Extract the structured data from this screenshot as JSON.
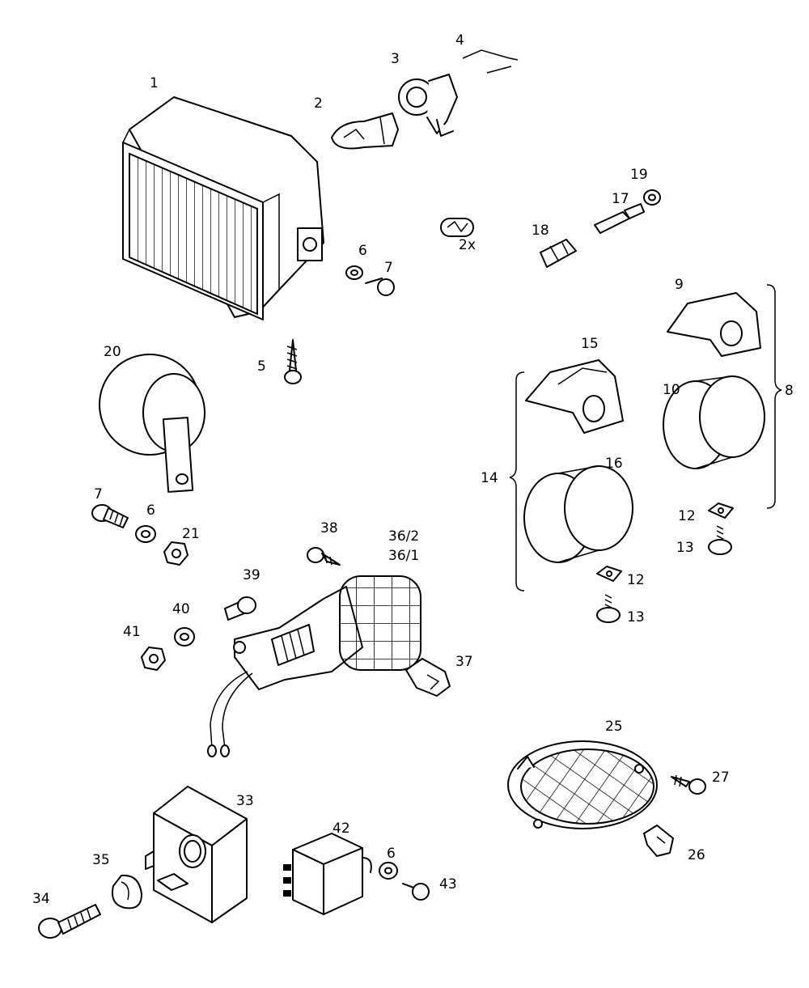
{
  "colors": {
    "ink": "#000000",
    "paper": "#ffffff"
  },
  "labels": {
    "p1": "1",
    "p2": "2",
    "p3": "3",
    "p4": "4",
    "p5": "5",
    "p6a": "6",
    "p6b": "6",
    "p6c": "6",
    "p7a": "7",
    "p7b": "7",
    "p8": "8",
    "p9": "9",
    "p10": "10",
    "p12a": "12",
    "p12b": "12",
    "p13a": "13",
    "p13b": "13",
    "p14": "14",
    "p15": "15",
    "p16": "16",
    "p17": "17",
    "p18": "18",
    "p19": "19",
    "p20": "20",
    "p21": "21",
    "p2x": "2x",
    "p25": "25",
    "p26": "26",
    "p27": "27",
    "p33": "33",
    "p34": "34",
    "p35": "35",
    "p36_2": "36/2",
    "p36_1": "36/1",
    "p37": "37",
    "p38": "38",
    "p39": "39",
    "p40": "40",
    "p41": "41",
    "p42": "42",
    "p43": "43"
  }
}
